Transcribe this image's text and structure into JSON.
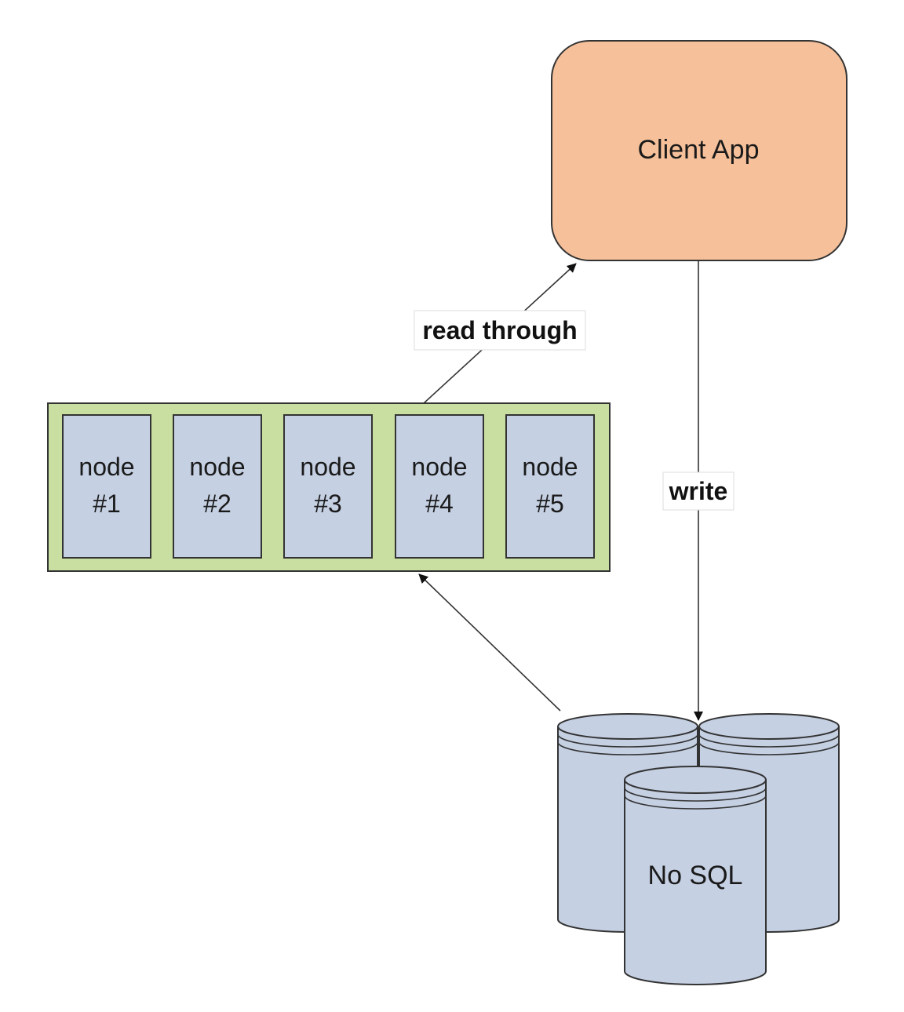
{
  "client": {
    "label": "Client App"
  },
  "edges": {
    "read_through": "read through",
    "write": "write"
  },
  "cache": {
    "nodes": [
      {
        "line1": "node",
        "line2": "#1"
      },
      {
        "line1": "node",
        "line2": "#2"
      },
      {
        "line1": "node",
        "line2": "#3"
      },
      {
        "line1": "node",
        "line2": "#4"
      },
      {
        "line1": "node",
        "line2": "#5"
      }
    ]
  },
  "database": {
    "label": "No SQL"
  },
  "colors": {
    "client_fill": "#f5c09a",
    "cache_fill": "#c9dea1",
    "node_fill": "#c5d0e3",
    "db_fill": "#c5d0e3",
    "stroke": "#333333"
  }
}
